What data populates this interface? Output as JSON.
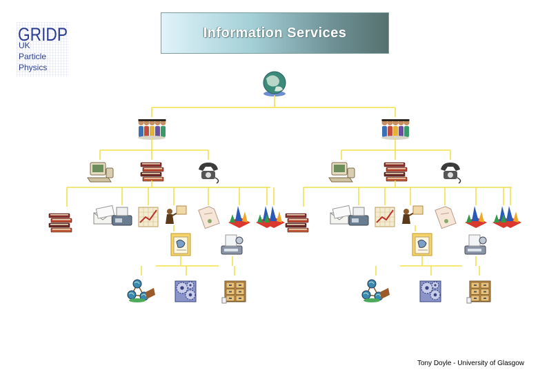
{
  "logo": {
    "letters": "GRIDP",
    "line1": "UK",
    "line2": "Particle",
    "line3": "Physics"
  },
  "title": "Information Services",
  "footer": "Tony Doyle - University of Glasgow",
  "colors": {
    "connector": "#f2e04a",
    "title_text": "#ffffff",
    "logo_blue": "#2b3d8f"
  },
  "icons": {
    "root": "globe-icon",
    "level1": "people-group-icon",
    "level2": [
      "computer-icon",
      "books-icon",
      "telephone-icon"
    ],
    "level3": [
      "books-icon",
      "envelope-icon",
      "fax-icon",
      "chart-icon",
      "presenter-icon",
      "document-icon",
      "pyramid-chart-icon",
      "pyramid-chart-icon",
      "pyramid-chart-icon"
    ],
    "level4": [
      "clipboard-icon",
      "typewriter-icon"
    ],
    "level5": [
      "networked-globes-icon",
      "gears-icon",
      "filing-cabinet-icon"
    ]
  }
}
